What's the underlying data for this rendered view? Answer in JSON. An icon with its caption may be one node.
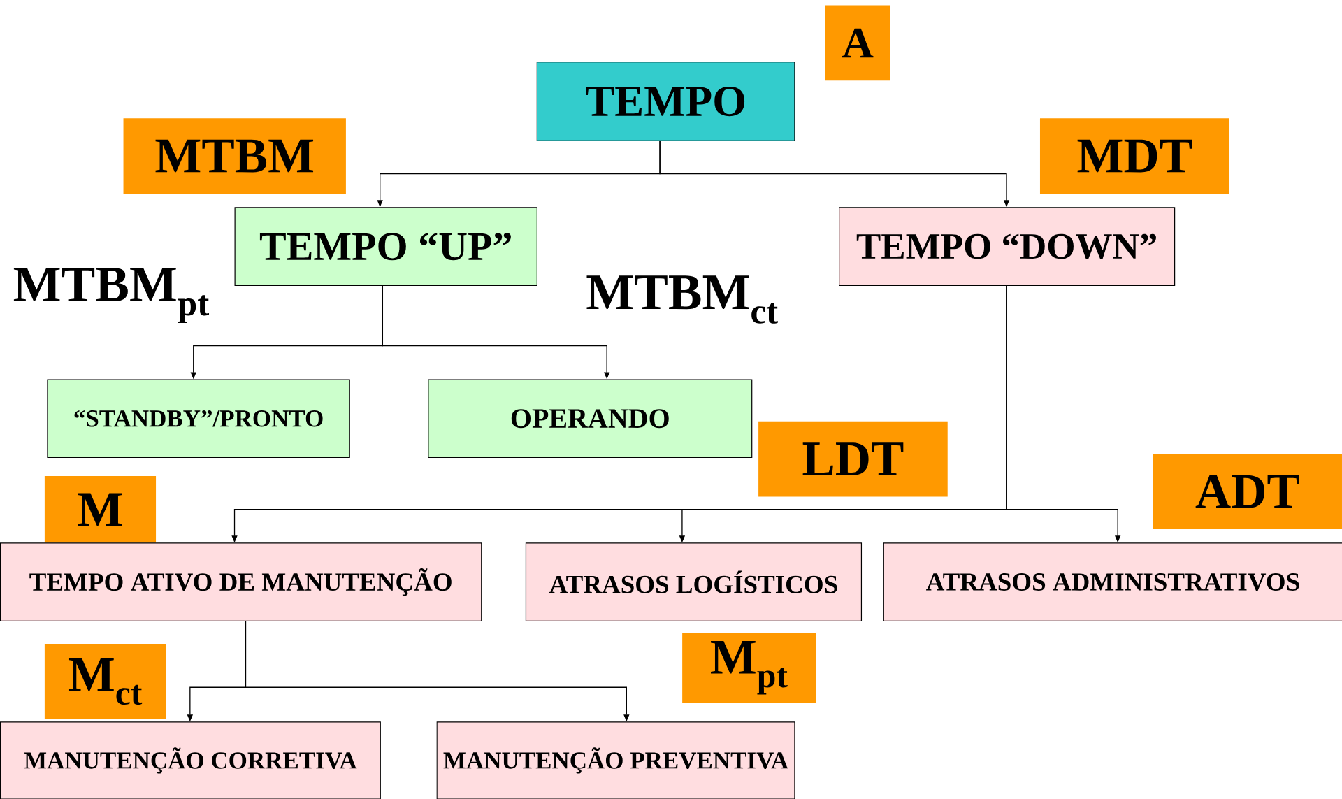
{
  "diagram": {
    "nodes": [
      {
        "text": [
          "A"
        ]
      },
      {
        "text": [
          "TEMPO"
        ]
      },
      {
        "text": [
          "MTBM"
        ]
      },
      {
        "text": [
          "MDT"
        ]
      },
      {
        "text": [
          "TEMPO “UP”"
        ]
      },
      {
        "text": [
          "TEMPO “DOWN”"
        ]
      },
      {
        "text": [
          "“STANDBY”/PRONTO"
        ]
      },
      {
        "text": [
          "OPERANDO"
        ]
      },
      {
        "text": [
          "ADT"
        ]
      },
      {
        "text": [
          "LDT"
        ]
      },
      {
        "text": [
          "M"
        ]
      },
      {
        "text": [
          "TEMPO ATIVO DE MANUTENÇÃO"
        ]
      },
      {
        "text": [
          "ATRASOS LOGÍSTICOS"
        ]
      },
      {
        "text": [
          "ATRASOS ADMINISTRATIVOS"
        ]
      },
      {
        "text": [
          "M$_{pt}$"
        ]
      },
      {
        "text": [
          "M$_{ct}$"
        ]
      },
      {
        "text": [
          "MANUTENÇÃO CORRETIVA"
        ]
      },
      {
        "text": [
          "MANUTENÇÃO PREVENTIVA"
        ]
      }
    ],
    "edges": [
      {
        "from": 1,
        "to": 4,
        "arrow": "to"
      },
      {
        "from": 1,
        "to": 5,
        "arrow": "to"
      },
      {
        "from": 4,
        "to": 6,
        "arrow": "to"
      },
      {
        "from": 4,
        "to": 7,
        "arrow": "to"
      },
      {
        "from": 5,
        "to": 11,
        "arrow": "to"
      },
      {
        "from": 5,
        "to": 12,
        "arrow": "to"
      },
      {
        "from": 5,
        "to": 13,
        "arrow": "to"
      },
      {
        "from": 11,
        "to": 16,
        "arrow": "to"
      },
      {
        "from": 11,
        "to": 17,
        "arrow": "to"
      }
    ],
    "labels": [
      "MTBM$_{pt}$",
      "MTBM$_{ct}$"
    ]
  }
}
